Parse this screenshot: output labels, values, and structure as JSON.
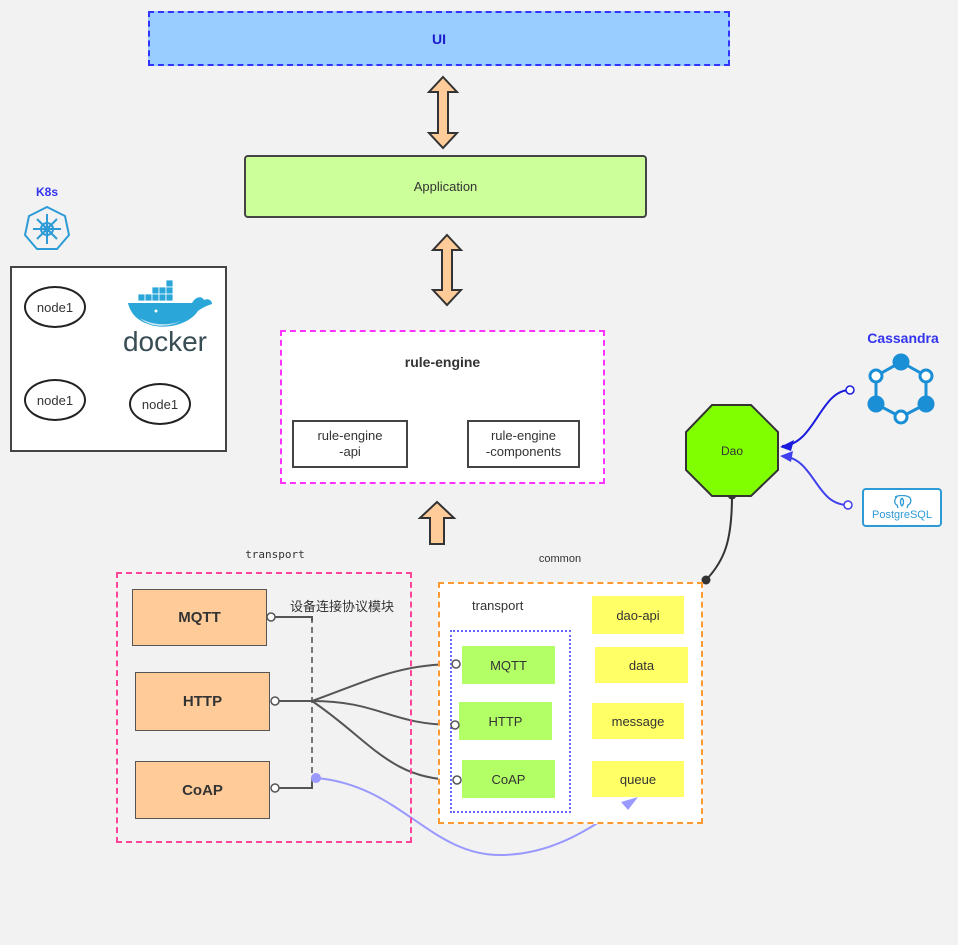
{
  "ui": {
    "label": "UI"
  },
  "application": {
    "label": "Application"
  },
  "rule_engine": {
    "title": "rule-engine",
    "modules": [
      {
        "label": "rule-engine\n-api"
      },
      {
        "label": "rule-engine\n-components"
      }
    ]
  },
  "k8s": {
    "label": "K8s",
    "icon": "kubernetes-icon",
    "nodes": [
      {
        "label": "node1"
      },
      {
        "label": "node1"
      },
      {
        "label": "node1"
      }
    ],
    "docker": {
      "label": "docker",
      "icon": "docker-whale-icon"
    }
  },
  "transport": {
    "label": "transport",
    "annotation": "设备连接协议模块",
    "protocols": [
      {
        "label": "MQTT"
      },
      {
        "label": "HTTP"
      },
      {
        "label": "CoAP"
      }
    ]
  },
  "common": {
    "label": "common",
    "transport_label": "transport",
    "transport_modules": [
      {
        "label": "MQTT"
      },
      {
        "label": "HTTP"
      },
      {
        "label": "CoAP"
      }
    ],
    "modules": [
      {
        "label": "dao-api"
      },
      {
        "label": "data"
      },
      {
        "label": "message"
      },
      {
        "label": "queue"
      }
    ]
  },
  "dao": {
    "label": "Dao"
  },
  "databases": {
    "cassandra": {
      "label": "Cassandra",
      "icon": "cassandra-ring-icon"
    },
    "postgresql": {
      "label": "PostgreSQL",
      "icon": "postgresql-elephant-icon"
    }
  },
  "colors": {
    "ui_fill": "#99ccff",
    "application_fill": "#ccff99",
    "protocol_fill": "#ffcc99",
    "green_module": "#b3ff66",
    "yellow_module": "#ffff66",
    "dao_fill": "#80ff00",
    "rule_engine_border": "#ff33ff",
    "transport_border": "#ff4499",
    "common_border": "#ff9933",
    "accent_blue": "#3333ee",
    "icon_blue": "#2e9bd6"
  }
}
